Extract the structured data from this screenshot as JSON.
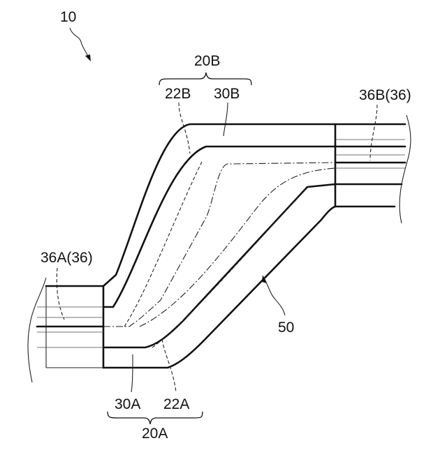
{
  "labels": {
    "assembly": "10",
    "upper_group": "20B",
    "upper_left": "22B",
    "upper_right": "30B",
    "right_end": "36B(36)",
    "left_end": "36A(36)",
    "lower_left": "30A",
    "lower_right": "22A",
    "lower_group": "20A",
    "body": "50"
  }
}
